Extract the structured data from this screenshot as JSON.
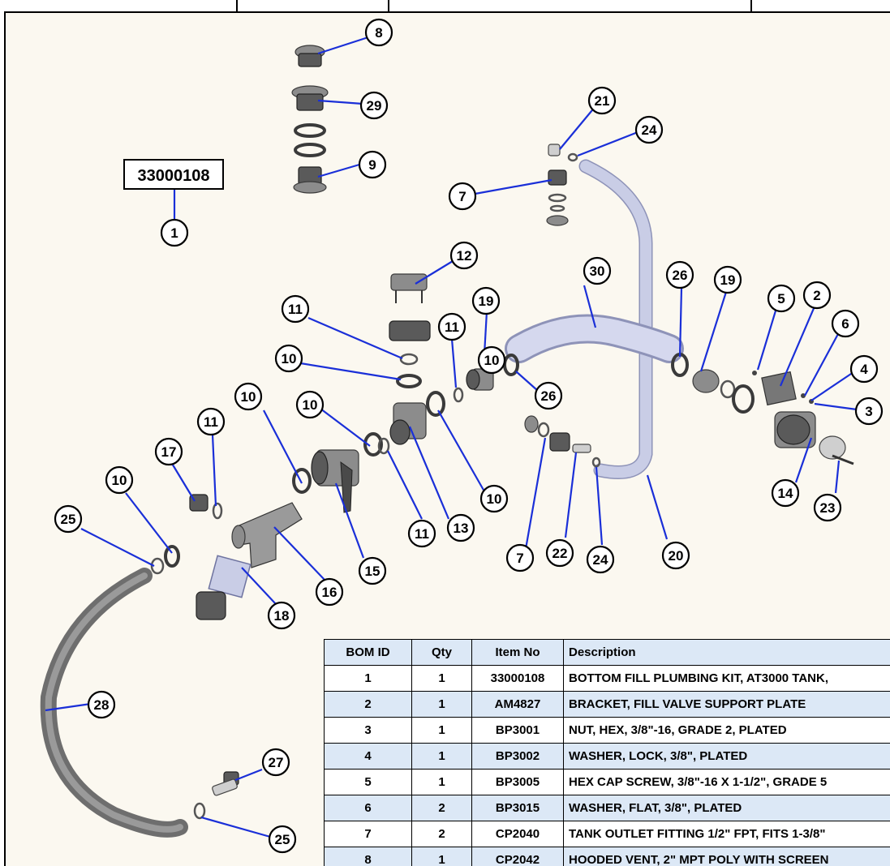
{
  "kit_label": "33000108",
  "callouts": [
    {
      "id": "c1",
      "n": "1"
    },
    {
      "id": "c2",
      "n": "2"
    },
    {
      "id": "c3",
      "n": "3"
    },
    {
      "id": "c4",
      "n": "4"
    },
    {
      "id": "c5",
      "n": "5"
    },
    {
      "id": "c6",
      "n": "6"
    },
    {
      "id": "c7a",
      "n": "7"
    },
    {
      "id": "c7b",
      "n": "7"
    },
    {
      "id": "c8",
      "n": "8"
    },
    {
      "id": "c9",
      "n": "9"
    },
    {
      "id": "c10a",
      "n": "10"
    },
    {
      "id": "c10b",
      "n": "10"
    },
    {
      "id": "c10c",
      "n": "10"
    },
    {
      "id": "c10d",
      "n": "10"
    },
    {
      "id": "c10e",
      "n": "10"
    },
    {
      "id": "c10f",
      "n": "10"
    },
    {
      "id": "c11a",
      "n": "11"
    },
    {
      "id": "c11b",
      "n": "11"
    },
    {
      "id": "c11c",
      "n": "11"
    },
    {
      "id": "c11d",
      "n": "11"
    },
    {
      "id": "c12",
      "n": "12"
    },
    {
      "id": "c13",
      "n": "13"
    },
    {
      "id": "c14",
      "n": "14"
    },
    {
      "id": "c15",
      "n": "15"
    },
    {
      "id": "c16",
      "n": "16"
    },
    {
      "id": "c17",
      "n": "17"
    },
    {
      "id": "c18",
      "n": "18"
    },
    {
      "id": "c19a",
      "n": "19"
    },
    {
      "id": "c19b",
      "n": "19"
    },
    {
      "id": "c20",
      "n": "20"
    },
    {
      "id": "c21",
      "n": "21"
    },
    {
      "id": "c22",
      "n": "22"
    },
    {
      "id": "c23",
      "n": "23"
    },
    {
      "id": "c24a",
      "n": "24"
    },
    {
      "id": "c24b",
      "n": "24"
    },
    {
      "id": "c25a",
      "n": "25"
    },
    {
      "id": "c25b",
      "n": "25"
    },
    {
      "id": "c26a",
      "n": "26"
    },
    {
      "id": "c26b",
      "n": "26"
    },
    {
      "id": "c27",
      "n": "27"
    },
    {
      "id": "c28",
      "n": "28"
    },
    {
      "id": "c29",
      "n": "29"
    },
    {
      "id": "c30",
      "n": "30"
    }
  ],
  "bom": {
    "headers": {
      "bom_id": "BOM ID",
      "qty": "Qty",
      "item_no": "Item No",
      "description": "Description"
    },
    "rows": [
      {
        "bom_id": "1",
        "qty": "1",
        "item_no": "33000108",
        "description": "BOTTOM FILL PLUMBING KIT, AT3000 TANK,"
      },
      {
        "bom_id": "2",
        "qty": "1",
        "item_no": "AM4827",
        "description": "BRACKET, FILL VALVE SUPPORT PLATE"
      },
      {
        "bom_id": "3",
        "qty": "1",
        "item_no": "BP3001",
        "description": "NUT, HEX, 3/8\"-16, GRADE 2, PLATED"
      },
      {
        "bom_id": "4",
        "qty": "1",
        "item_no": "BP3002",
        "description": "WASHER, LOCK, 3/8\", PLATED"
      },
      {
        "bom_id": "5",
        "qty": "1",
        "item_no": "BP3005",
        "description": "HEX CAP SCREW, 3/8\"-16 X 1-1/2\", GRADE 5"
      },
      {
        "bom_id": "6",
        "qty": "2",
        "item_no": "BP3015",
        "description": "WASHER, FLAT, 3/8\", PLATED"
      },
      {
        "bom_id": "7",
        "qty": "2",
        "item_no": "CP2040",
        "description": "TANK OUTLET FITTING 1/2\" FPT, FITS 1-3/8\""
      },
      {
        "bom_id": "8",
        "qty": "1",
        "item_no": "CP2042",
        "description": "HOODED VENT, 2\" MPT POLY WITH SCREEN"
      }
    ]
  },
  "colors": {
    "leader": "#1a2fd8",
    "table_header": "#dce8f6",
    "background": "#fbf8f0"
  }
}
